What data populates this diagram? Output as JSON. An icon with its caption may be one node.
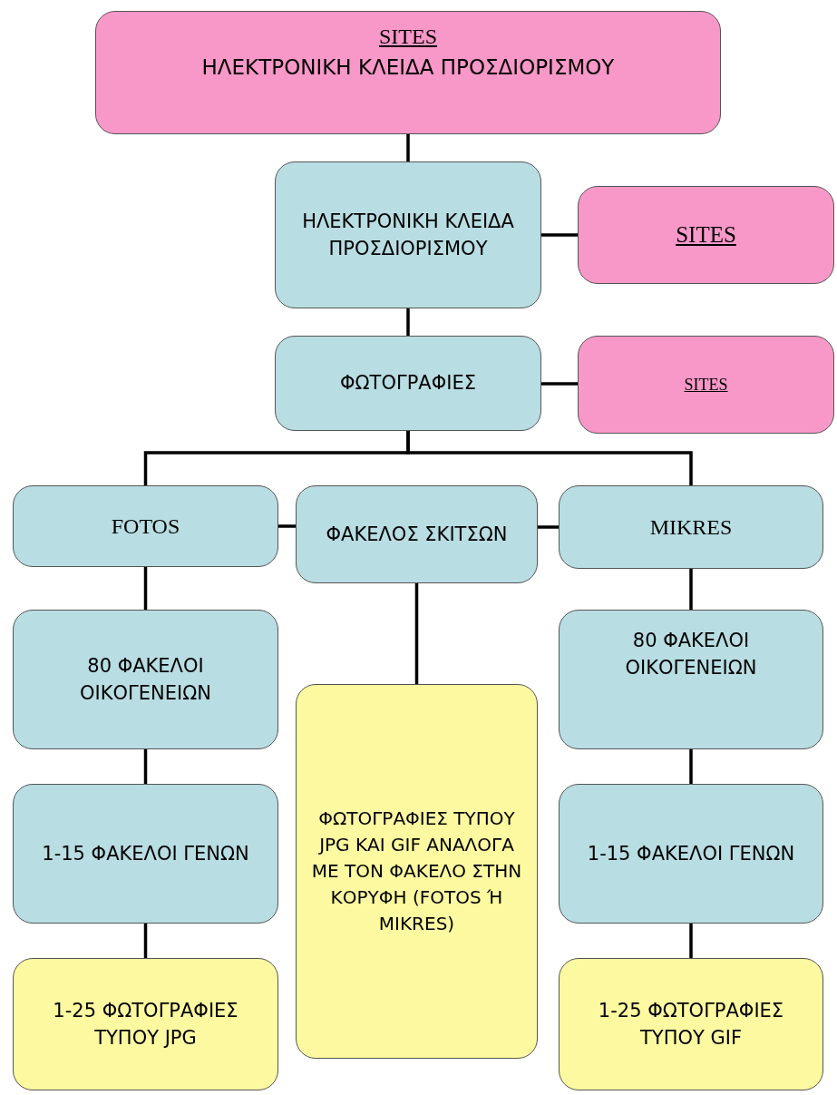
{
  "diagram": {
    "nodes": [
      {
        "text": [
          "SITES",
          "ΗΛΕΚΤΡΟΝΙΚΗ ΚΛΕΙΔΑ ΠΡΟΣΔΙΟΡΙΣΜΟΥ"
        ]
      },
      {
        "text": [
          "ΗΛΕΚΤΡΟΝΙΚΗ ΚΛΕΙΔΑ ΠΡΟΣΔΙΟΡΙΣΜΟΥ"
        ]
      },
      {
        "text": [
          "SITES"
        ]
      },
      {
        "text": [
          "ΦΩΤΟΓΡΑΦΙΕΣ"
        ]
      },
      {
        "text": [
          "SITES"
        ]
      },
      {
        "text": [
          "FOTOS"
        ]
      },
      {
        "text": [
          "ΦΑΚΕΛΟΣ ΣΚΙΤΣΩΝ"
        ]
      },
      {
        "text": [
          "MIKRES"
        ]
      },
      {
        "text": [
          "80 ΦΑΚΕΛΟΙ ΟΙΚΟΓΕΝΕΙΩΝ"
        ]
      },
      {
        "text": [
          "ΦΩΤΟΓΡΑΦΙΕΣ ΤΥΠΟΥ JPG ΚΑΙ GIF ΑΝΑΛΟΓΑ ΜΕ ΤΟΝ ΦΑΚΕΛΟ ΣΤΗΝ ΚΟΡΥΦΗ (FOTOS Ή MIKRES)"
        ]
      },
      {
        "text": [
          "80 ΦΑΚΕΛΟΙ ΟΙΚΟΓΕΝΕΙΩΝ"
        ]
      },
      {
        "text": [
          "1-15 ΦΑΚΕΛΟΙ ΓΕΝΩΝ"
        ]
      },
      {
        "text": [
          "1-15 ΦΑΚΕΛΟΙ ΓΕΝΩΝ"
        ]
      },
      {
        "text": [
          "1-25 ΦΩΤΟΓΡΑΦΙΕΣ ΤΥΠΟΥ JPG"
        ]
      },
      {
        "text": [
          "1-25 ΦΩΤΟΓΡΑΦΙΕΣ ΤΥΠΟΥ GIF"
        ]
      }
    ],
    "edges": [
      {
        "from": 0,
        "to": 1,
        "arrow": "none"
      },
      {
        "from": 1,
        "to": 2,
        "arrow": "none"
      },
      {
        "from": 1,
        "to": 3,
        "arrow": "none"
      },
      {
        "from": 3,
        "to": 4,
        "arrow": "none"
      },
      {
        "from": 3,
        "to": 5,
        "arrow": "none"
      },
      {
        "from": 3,
        "to": 7,
        "arrow": "none"
      },
      {
        "from": 5,
        "to": 6,
        "arrow": "none"
      },
      {
        "from": 6,
        "to": 7,
        "arrow": "none"
      },
      {
        "from": 5,
        "to": 8,
        "arrow": "none"
      },
      {
        "from": 6,
        "to": 9,
        "arrow": "none"
      },
      {
        "from": 7,
        "to": 10,
        "arrow": "none"
      },
      {
        "from": 8,
        "to": 11,
        "arrow": "none"
      },
      {
        "from": 10,
        "to": 12,
        "arrow": "none"
      },
      {
        "from": 11,
        "to": 13,
        "arrow": "none"
      },
      {
        "from": 12,
        "to": 14,
        "arrow": "none"
      }
    ]
  }
}
